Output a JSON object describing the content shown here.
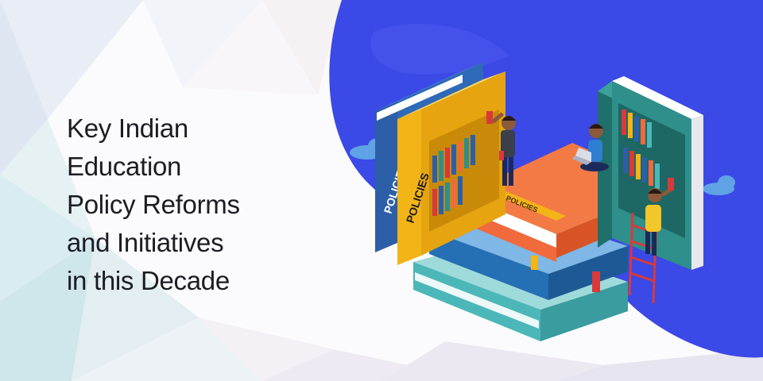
{
  "headline": {
    "lines": [
      "Key Indian",
      "Education",
      "Policy Reforms",
      "and Initiatives",
      "in this Decade"
    ]
  },
  "illustration": {
    "spine_blue": "POLICIES",
    "spine_yellow": "POLICIES",
    "cover_label": "POLICIES"
  },
  "colors": {
    "blob": "#3b49e6",
    "text": "#1c1c24",
    "book_blue": "#2d5fa8",
    "book_yellow": "#f3b417",
    "book_orange": "#f06a3b",
    "book_teal": "#2f8f8a",
    "stack_blue": "#256fb4",
    "stack_teal": "#4cb7b8",
    "ladder": "#d83a3a"
  }
}
